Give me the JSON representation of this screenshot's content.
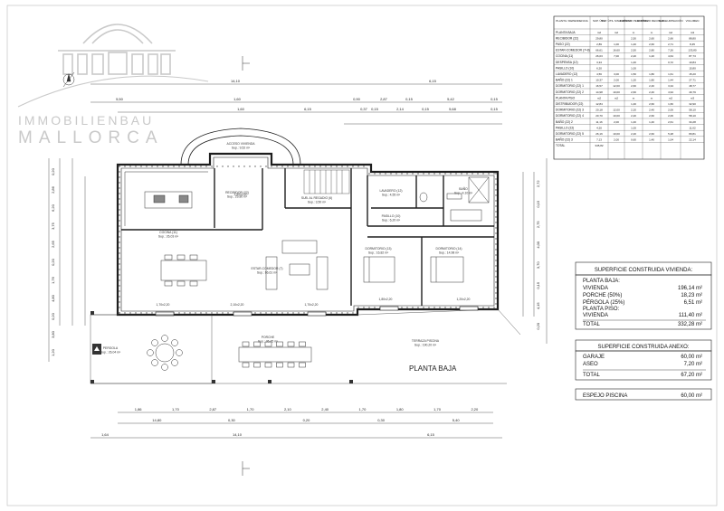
{
  "logo": {
    "line1": "IMMOBILIENBAU",
    "line2": "MALLORCA"
  },
  "plan": {
    "title": "PLANTA BAJA",
    "rooms": [
      {
        "name": "ACCESO VIVIENDA",
        "area": "Sup.: 9,52 m²"
      },
      {
        "name": "RECIBIDOR (22)",
        "area": "Sup.: 29,80 m²"
      },
      {
        "name": "SUB. AL REGADIO (6)",
        "area": "Sup.: 3,50 m²"
      },
      {
        "name": "LAVADERO (12)",
        "area": "Sup.: 4,55 m²"
      },
      {
        "name": "COCINA (11)",
        "area": "Sup.: 26,03 m²"
      },
      {
        "name": "ESTAR-COMEDOR (7)",
        "area": "Sup.: 66,61 m²"
      },
      {
        "name": "PASILLO (10)",
        "area": "Sup.: 6,20 m²"
      },
      {
        "name": "DORMITORIO (13)",
        "area": "Sup.: 16,82 m²"
      },
      {
        "name": "DORMITORIO (14)",
        "area": "Sup.: 14,98 m²"
      },
      {
        "name": "BAÑO",
        "area": "Sup.: 4,10 m²"
      },
      {
        "name": "PORCHE",
        "area": "Sup.: 36,45 m²"
      },
      {
        "name": "PERGOLA",
        "area": "Sup.: 26,04 m²"
      },
      {
        "name": "TERRAZA PISCINA",
        "area": "Sup.: 190,20 m²"
      }
    ],
    "door_labels": [
      "1,80x2,20",
      "1,70x2,20",
      "2,10x2,20",
      "1,70x2,20",
      "1,80x2,20",
      "1,20x2,20"
    ],
    "top_dims": [
      "14,10",
      "6,15",
      "5,50",
      "1,60",
      "0,90",
      "2,87",
      "0,15",
      "5,42",
      "0,15",
      "1,60",
      "6,15",
      "0,37",
      "0,15",
      "2,14",
      "0,15",
      "5,68",
      "0,15"
    ],
    "bottom_dims_1": [
      "1,86",
      "1,70",
      "2,87",
      "1,70",
      "2,10",
      "2,40",
      "1,70",
      "1,80",
      "1,70",
      "2,20"
    ],
    "bottom_dims_2": [
      "14,80",
      "0,30",
      "0,20",
      "0,30",
      "5,40"
    ],
    "bottom_dims_3": [
      "1,64",
      "14,10",
      "6,15"
    ],
    "left_dims": [
      "0,20",
      "2,86",
      "6,20",
      "3,75",
      "2,65",
      "0,20",
      "1,76",
      "4,80",
      "0,20",
      "3,80",
      "1,20"
    ],
    "right_dims": [
      "2,72",
      "0,15",
      "2,75",
      "4,00",
      "3,70",
      "0,15",
      "4,15",
      "0,20"
    ]
  },
  "surface_table": {
    "headers": [
      "PLANTA / DEPENDENCIA",
      "SUP. ÚTIL",
      "SUP. ÚTIL SIN REVOCO",
      "H. MÍNIMO PERMITIDA",
      "H. MÍNIMO RECOGIDA",
      "SUP. ILUMINACIÓN",
      "VOLUMEN"
    ],
    "units": [
      "m2",
      "m2",
      "m",
      "m",
      "m2",
      "m3"
    ],
    "sections": [
      {
        "title": "PLANTA BAJA",
        "rows": [
          [
            "RECIBIDOR (22)",
            "29,80",
            "",
            "2,50",
            "2,60",
            "2,66",
            "88,80"
          ],
          [
            "PASO (22)",
            "2,89",
            "1,00",
            "1,40",
            "2,60",
            "2,71",
            "8,45"
          ],
          [
            "ESTAR-COMEDOR (7+8)",
            "66,61",
            "16,60",
            "2,50",
            "2,80",
            "7,26",
            "133,80"
          ],
          [
            "COCINA (11)",
            "26,03",
            "7,00",
            "2,20",
            "1,20",
            "4,64",
            "87,73"
          ],
          [
            "DESPENSA (12)",
            "3,34",
            "",
            "1,40",
            "",
            "0,72",
            "10,84"
          ],
          [
            "PASILLO (10)",
            "6,20",
            "",
            "1,00",
            "",
            "",
            "15,80"
          ],
          [
            "LAVADERO (12)",
            "4,56",
            "3,00",
            "1,50",
            "1,80",
            "1,61",
            "15,20"
          ],
          [
            "BAÑO (22) 1",
            "10,37",
            "2,00",
            "1,20",
            "1,80",
            "1,44",
            "27,71"
          ],
          [
            "DORMITORIO (22) 1",
            "16,57",
            "12,00",
            "2,60",
            "2,40",
            "3,34",
            "48,77"
          ],
          [
            "DORMITORIO (22) 2",
            "14,98",
            "10,00",
            "2,60",
            "2,40",
            "4,94",
            "49,79"
          ]
        ]
      },
      {
        "title": "PLANTA PISO",
        "rows": [
          [
            "DISTRIBUIDOR (22)",
            "12,84",
            "",
            "1,40",
            "2,60",
            "1,66",
            "32,90"
          ],
          [
            "DORMITORIO (22) 3",
            "20,18",
            "12,00",
            "2,20",
            "2,40",
            "2,06",
            "58,10"
          ],
          [
            "DORMITORIO (22) 4",
            "20,70",
            "10,00",
            "2,20",
            "2,60",
            "2,06",
            "58,10"
          ],
          [
            "BAÑO (22) 2",
            "11,16",
            "2,00",
            "1,40",
            "1,40",
            "2,61",
            "34,28"
          ],
          [
            "PASILLO (22)",
            "4,20",
            "",
            "1,00",
            "",
            "",
            "11,02"
          ],
          [
            "DORMITORIO (22) 5",
            "26,16",
            "10,00",
            "2,20",
            "2,60",
            "5,28",
            "80,81"
          ],
          [
            "BAÑO (22) 3",
            "7,13",
            "2,00",
            "0,60",
            "1,40",
            "1,04",
            "22,14"
          ]
        ]
      }
    ],
    "total_label": "TOTAL",
    "total_value": "345,82"
  },
  "summary": {
    "vivienda_title": "SUPERFICIE CONSTRUIDA VIVIENDA:",
    "baja_label": "PLANTA BAJA:",
    "baja_rows": [
      {
        "label": "VIVIENDA",
        "value": "196,14 m²"
      },
      {
        "label": "PORCHE (50%)",
        "value": "18,23 m²"
      },
      {
        "label": "PÉRGOLA (25%)",
        "value": "6,51 m²"
      }
    ],
    "piso_label": "PLANTA PISO:",
    "piso_rows": [
      {
        "label": "VIVIENDA",
        "value": "111,40 m²"
      }
    ],
    "vivienda_total_label": "TOTAL",
    "vivienda_total_value": "332,28 m²",
    "anexo_title": "SUPERFICIE CONSTRUIDA ANEXO:",
    "anexo_rows": [
      {
        "label": "GARAJE",
        "value": "60,00 m²"
      },
      {
        "label": "ASEO",
        "value": "7,20 m²"
      }
    ],
    "anexo_total_label": "TOTAL",
    "anexo_total_value": "67,20 m²",
    "piscina_label": "ESPEJO PISCINA",
    "piscina_value": "60,00 m²"
  },
  "colors": {
    "line": "#2a2a2a",
    "wall": "#1e1e1e",
    "logo": "#c9c9c9",
    "grid": "#999999"
  }
}
